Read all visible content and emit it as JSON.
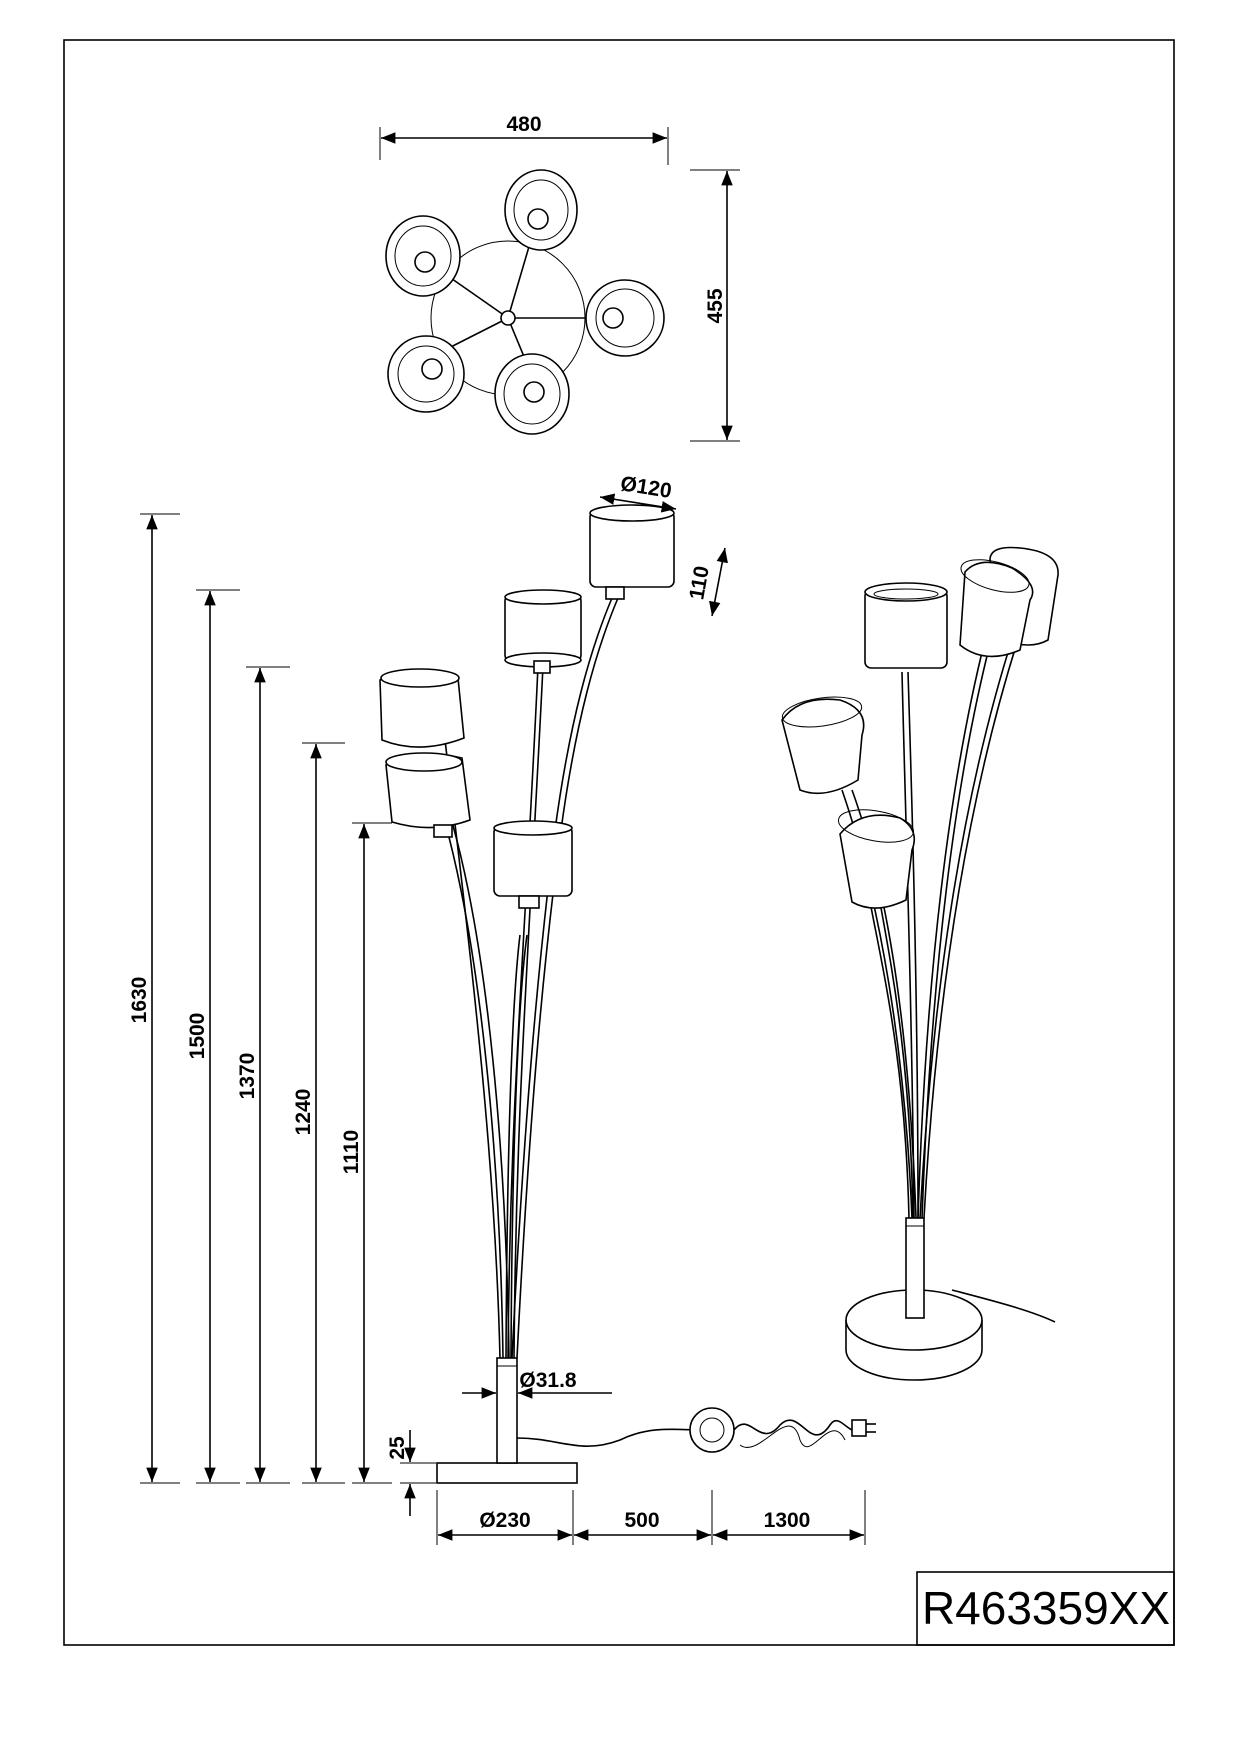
{
  "drawing": {
    "product_code": "R463359XX",
    "dimensions": {
      "top_width": "480",
      "top_depth": "455",
      "shade_diameter": "Ø120",
      "shade_height": "110",
      "height_1": "1630",
      "height_2": "1500",
      "height_3": "1370",
      "height_4": "1240",
      "height_5": "1110",
      "stem_diameter": "Ø31.8",
      "base_thickness": "25",
      "base_diameter": "Ø230",
      "cable_to_switch": "500",
      "cable_to_plug": "1300"
    }
  }
}
